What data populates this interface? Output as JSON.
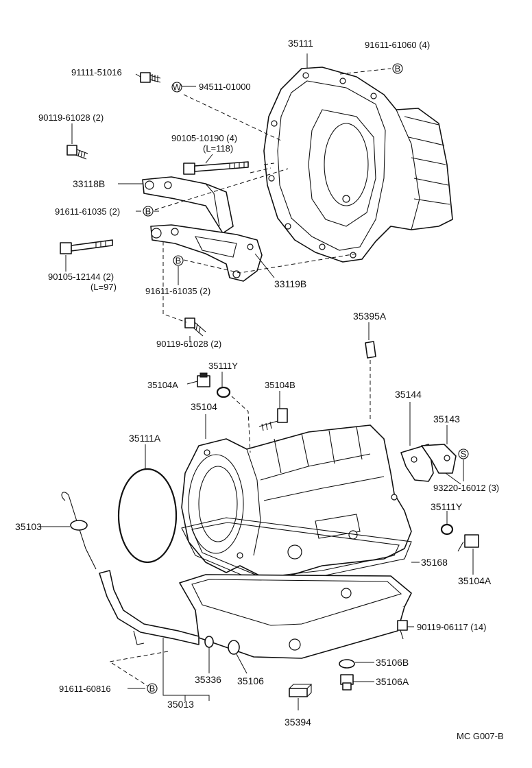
{
  "symbols": {
    "B": "B",
    "W": "W",
    "S": "S"
  },
  "labels": {
    "p35111": "35111",
    "p91611_61060": "91611-61060 (4)",
    "p91111_51016": "91111-51016",
    "p94511_01000": "94511-01000",
    "p90119_61028_top": "90119-61028 (2)",
    "p90105_10190": "90105-10190 (4)",
    "p90105_10190_len": "(L=118)",
    "p33118B": "33118B",
    "p91611_61035_a": "91611-61035 (2)",
    "p90105_12144": "90105-12144 (2)",
    "p90105_12144_len": "(L=97)",
    "p91611_61035_b": "91611-61035 (2)",
    "p33119B": "33119B",
    "p90119_61028_bot": "90119-61028 (2)",
    "p35395A": "35395A",
    "p35111Y_top": "35111Y",
    "p35104A_top": "35104A",
    "p35104B": "35104B",
    "p35104": "35104",
    "p35144": "35144",
    "p35143": "35143",
    "p35111A": "35111A",
    "p93220_16012": "93220-16012 (3)",
    "p35111Y_right": "35111Y",
    "p35103": "35103",
    "p35168": "35168",
    "p35104A_right": "35104A",
    "p90119_06117": "90119-06117 (14)",
    "p35106B": "35106B",
    "p35106A": "35106A",
    "p35336": "35336",
    "p35106": "35106",
    "p91611_60816": "91611-60816",
    "p35013": "35013",
    "p35394": "35394",
    "ref_code": "MC  G007-B"
  }
}
